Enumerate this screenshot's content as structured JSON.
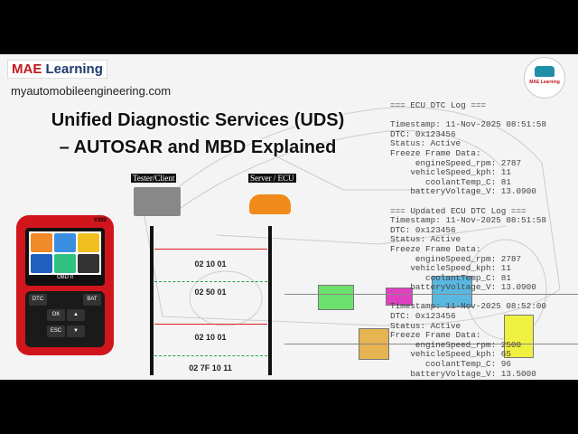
{
  "brand": {
    "name_red": "MAE",
    "name_blue": " Learning",
    "url": "myautomobileengineering.com",
    "logo_text": "MAE Learning"
  },
  "title": {
    "line1": "Unified Diagnostic Services (UDS)",
    "line2": "– AUTOSAR and MBD Explained"
  },
  "scanner": {
    "model": "V302",
    "screen_label": "OBD II",
    "keys": [
      "DTC",
      "BAT",
      "OK",
      "▲",
      "ESC",
      "▼"
    ]
  },
  "sequence": {
    "client_label": "Tester/Client",
    "server_label": "Server / ECU",
    "messages": [
      {
        "text": "02 10 01",
        "type": "request"
      },
      {
        "text": "02 50 01",
        "type": "response"
      },
      {
        "text": "02 10 01",
        "type": "request"
      },
      {
        "text": "02 7F 10 11",
        "type": "response"
      }
    ]
  },
  "log": "=== ECU DTC Log ===\n\nTimestamp: 11-Nov-2025 08:51:58\nDTC: 0x123456\nStatus: Active\nFreeze Frame Data:\n     engineSpeed_rpm: 2787\n    vehicleSpeed_kph: 11\n       coolantTemp_C: 81\n    batteryVoltage_V: 13.0900\n\n=== Updated ECU DTC Log ===\nTimestamp: 11-Nov-2025 08:51:58\nDTC: 0x123456\nStatus: Active\nFreeze Frame Data:\n     engineSpeed_rpm: 2787\n    vehicleSpeed_kph: 11\n       coolantTemp_C: 81\n    batteryVoltage_V: 13.0900\n\nTimestamp: 11-Nov-2025 08:52:00\nDTC: 0x123456\nStatus: Active\nFreeze Frame Data:\n     engineSpeed_rpm: 2500\n    vehicleSpeed_kph: 65\n       coolantTemp_C: 96\n    batteryVoltage_V: 13.5000",
  "colors": {
    "request": "#e02020",
    "response": "#21a04a",
    "scanner": "#d0161c"
  }
}
